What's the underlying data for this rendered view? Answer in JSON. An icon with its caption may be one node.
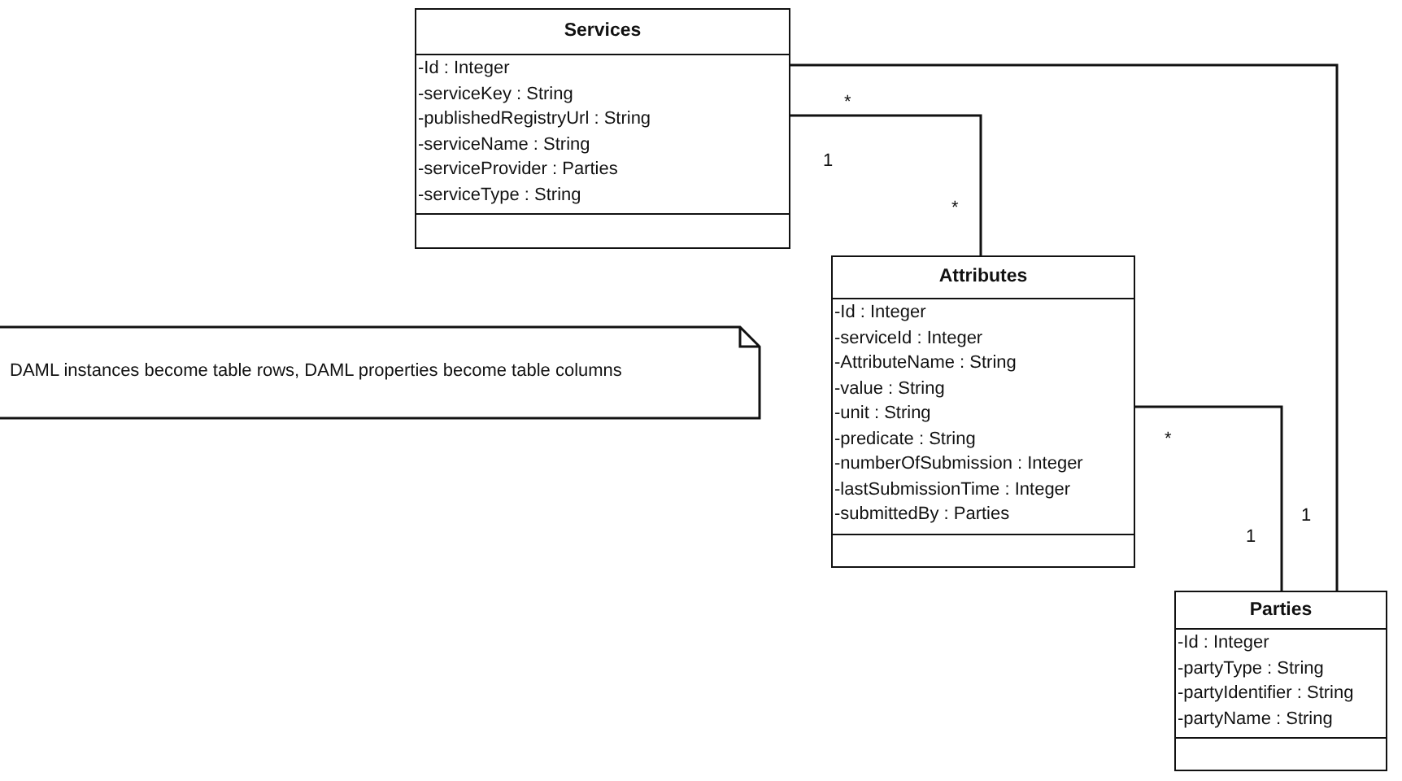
{
  "diagram": {
    "nodes": [
      {
        "text": [
          "Services",
          "-Id : Integer",
          "-serviceKey : String",
          "-publishedRegistryUrl : String",
          "-serviceName : String",
          "-serviceProvider : Parties",
          "-serviceType : String"
        ]
      },
      {
        "text": [
          "Attributes",
          "-Id : Integer",
          "-serviceId : Integer",
          "-AttributeName : String",
          "-value : String",
          "-unit : String",
          "-predicate : String",
          "-numberOfSubmission : Integer",
          "-lastSubmissionTime : Integer",
          "-submittedBy : Parties"
        ]
      },
      {
        "text": [
          "Parties",
          "-Id : Integer",
          "-partyType : String",
          "-partyIdentifier : String",
          "-partyName : String"
        ]
      },
      {
        "text": [
          "DAML instances become table rows, DAML properties become table columns"
        ]
      }
    ],
    "edges": [
      {
        "from": 0,
        "to": 1,
        "arrow": "none"
      },
      {
        "from": 0,
        "to": 2,
        "arrow": "none"
      },
      {
        "from": 1,
        "to": 2,
        "arrow": "none"
      }
    ],
    "labels": [
      "*",
      "1",
      "*",
      "*",
      "1",
      "1"
    ]
  }
}
